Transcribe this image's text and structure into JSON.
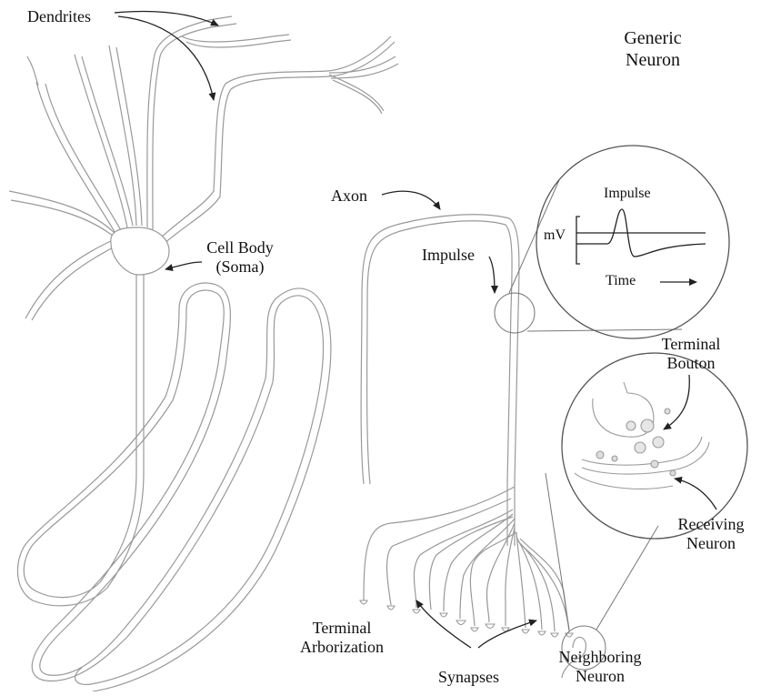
{
  "title": {
    "line1": "Generic",
    "line2": "Neuron"
  },
  "labels": {
    "dendrites": "Dendrites",
    "cell_body_line1": "Cell Body",
    "cell_body_line2": "(Soma)",
    "axon": "Axon",
    "impulse": "Impulse",
    "terminal_bouton_line1": "Terminal",
    "terminal_bouton_line2": "Bouton",
    "receiving_neuron_line1": "Receiving",
    "receiving_neuron_line2": "Neuron",
    "terminal_arborization_line1": "Terminal",
    "terminal_arborization_line2": "Arborization",
    "synapses": "Synapses",
    "neighboring_neuron_line1": "Neighboring",
    "neighboring_neuron_line2": "Neuron"
  },
  "impulse_inset": {
    "title": "Impulse",
    "y_label": "mV",
    "x_label": "Time"
  }
}
